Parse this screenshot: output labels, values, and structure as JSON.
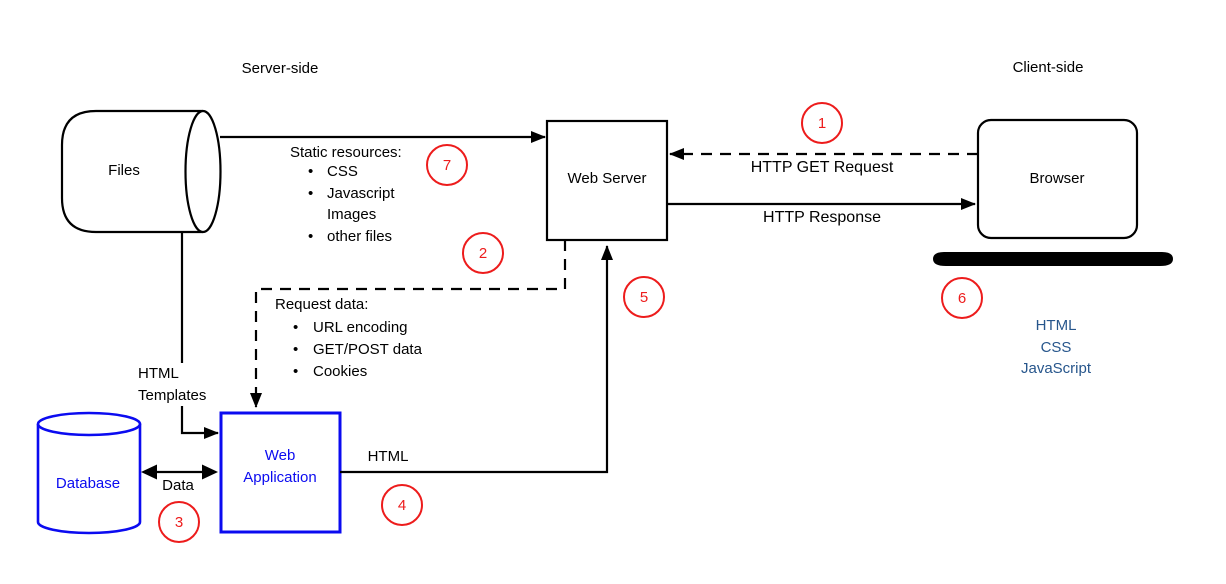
{
  "regions": {
    "server_side": "Server-side",
    "client_side": "Client-side"
  },
  "nodes": {
    "files": "Files",
    "web_server": "Web Server",
    "browser": "Browser",
    "database": "Database",
    "web_application": [
      "Web",
      "Application"
    ]
  },
  "edges": {
    "static_resources": {
      "title": "Static resources:",
      "items": [
        {
          "bullet": "•",
          "text": "CSS"
        },
        {
          "bullet": "•",
          "text": "Javascript"
        },
        {
          "bullet": "",
          "text": "Images"
        },
        {
          "bullet": "•",
          "text": "other files"
        }
      ]
    },
    "http_get_request": {
      "label": "HTTP GET Request"
    },
    "http_response": {
      "label": "HTTP Response"
    },
    "request_data": {
      "title": "Request data:",
      "items": [
        {
          "bullet": "•",
          "text": "URL encoding"
        },
        {
          "bullet": "•",
          "text": "GET/POST data"
        },
        {
          "bullet": "•",
          "text": "Cookies"
        }
      ]
    },
    "html_templates": {
      "label": [
        "HTML",
        "Templates"
      ]
    },
    "data": {
      "label": "Data"
    },
    "html": {
      "label": "HTML"
    }
  },
  "browser_renders": [
    "HTML",
    "CSS",
    "JavaScript"
  ],
  "steps": [
    "1",
    "2",
    "3",
    "4",
    "5",
    "6",
    "7"
  ],
  "colors": {
    "node_blue": "#0b0bf0",
    "render_text_navy": "#27568c",
    "step_badge_red": "#ed1c1c",
    "line_black": "#000000"
  }
}
